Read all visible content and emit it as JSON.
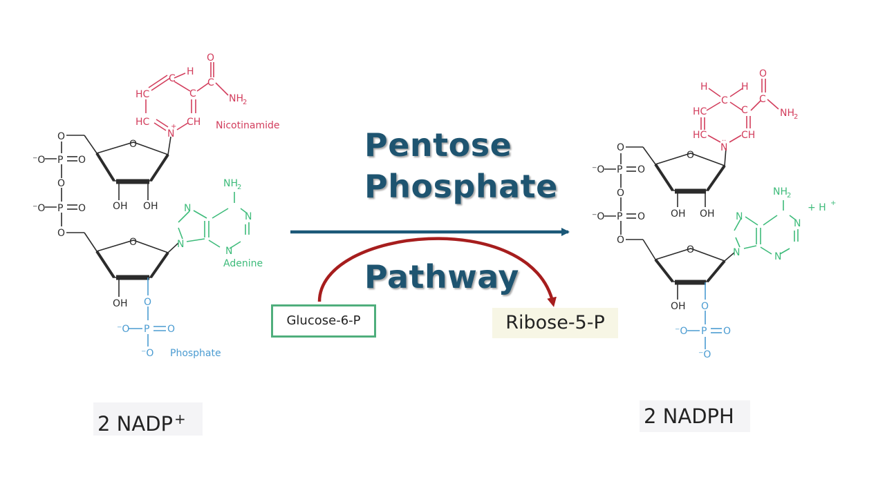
{
  "title_lines": [
    "Pentose",
    "Phosphate",
    "Pathway"
  ],
  "reactant_label": "2 NADP",
  "reactant_charge": "+",
  "product_label": "2 NADPH",
  "glucose_label": "Glucose-6-P",
  "ribose_label": "Ribose-5-P",
  "left_molecule": {
    "nicotinamide_label": "Nicotinamide",
    "adenine_label": "Adenine",
    "phosphate_label": "Phosphate",
    "atoms": {
      "H": "H",
      "O": "O",
      "NH2": "NH",
      "HC": "HC",
      "C": "C",
      "CH": "CH",
      "N": "N",
      "plus": "+",
      "OH": "OH",
      "Om": "⁻O",
      "P": "P"
    }
  },
  "right_molecule": {
    "h_plus": "+ H",
    "h_plus_charge": "+"
  },
  "colors": {
    "nicotinamide": "#d23d5c",
    "adenine": "#3dbb7a",
    "phosphate": "#4a9bd1",
    "backbone": "#2b2b2b",
    "main_arrow": "#1b5878",
    "curved_arrow": "#a61d1d",
    "title": "#1e5470",
    "glucose_border": "#4fae7c",
    "ribose_bg": "#f7f6e5"
  }
}
